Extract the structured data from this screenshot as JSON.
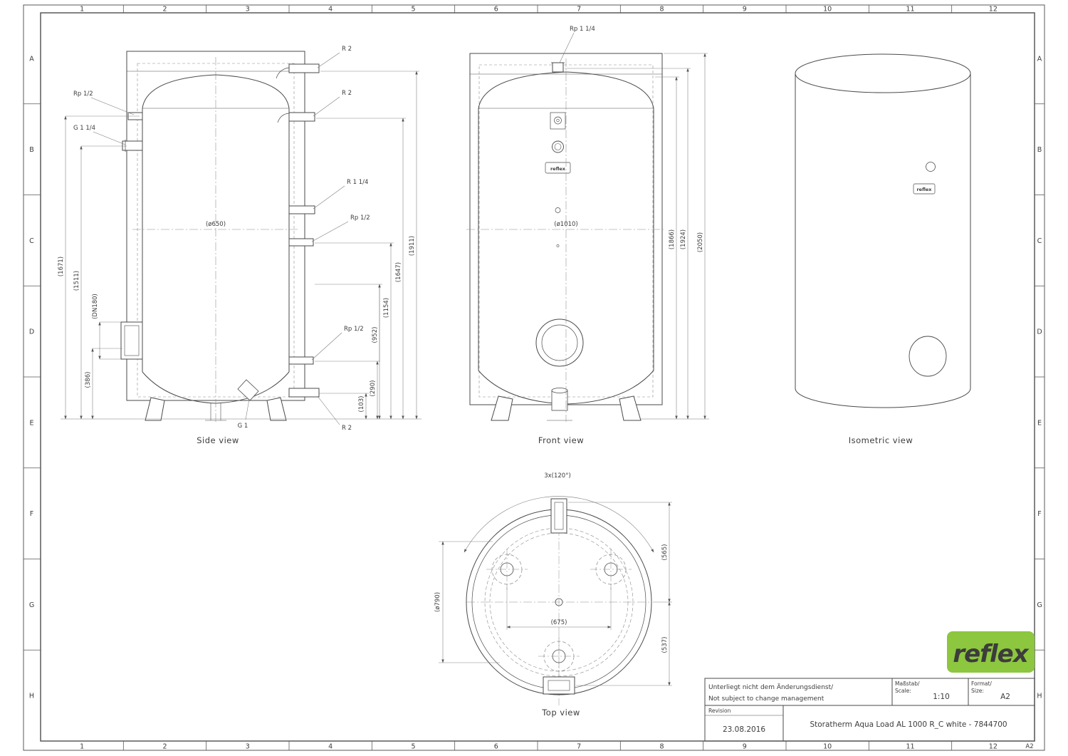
{
  "drawing": {
    "grid": {
      "numbers": [
        "1",
        "2",
        "3",
        "4",
        "5",
        "6",
        "7",
        "8",
        "9",
        "10",
        "11",
        "12"
      ],
      "letters": [
        "A",
        "B",
        "C",
        "D",
        "E",
        "F",
        "G",
        "H"
      ]
    },
    "views": {
      "side": {
        "label": "Side view",
        "fittings": {
          "rp12_left": "Rp 1/2",
          "g114_left": "G 1 1/4",
          "r2_top": "R 2",
          "r2_upper": "R 2",
          "r114_right": "R 1 1/4",
          "rp12_right_mid": "Rp 1/2",
          "rp12_right_low": "Rp 1/2",
          "g1_bottom": "G 1",
          "r2_bottom": "R 2"
        },
        "dims": {
          "dia": "(ø650)",
          "h1671": "(1671)",
          "h1511": "(1511)",
          "dn180": "(DN180)",
          "h386": "(386)",
          "h1911": "(1911)",
          "h1647": "(1647)",
          "h1154": "(1154)",
          "h952": "(952)",
          "h290": "(290)",
          "h103": "(103)"
        }
      },
      "front": {
        "label": "Front view",
        "fittings": {
          "rp114_top": "Rp 1 1/4"
        },
        "dims": {
          "dia": "(ø1010)",
          "h1866": "(1866)",
          "h1924": "(1924)",
          "h2050": "(2050)"
        }
      },
      "isometric": {
        "label": "Isometric view"
      },
      "top": {
        "label": "Top view",
        "dims": {
          "angle": "3x(120°)",
          "dia790": "(ø790)",
          "w675": "(675)",
          "h565": "(565)",
          "h537": "(537)"
        }
      }
    },
    "title_block": {
      "note_de": "Unterliegt nicht dem Änderungsdienst/",
      "note_en": "Not subject to change management",
      "revision_label": "Revision",
      "revision_date": "23.08.2016",
      "scale_label_de": "Maßstab/",
      "scale_label_en": "Scale:",
      "scale_value": "1:10",
      "format_label_de": "Format/",
      "format_label_en": "Size:",
      "format_value": "A2",
      "title": "Storatherm Aqua Load AL 1000 R_C white - 7844700",
      "corner_format": "A2"
    },
    "logo": {
      "text": "reflex",
      "color": "#8dc63f",
      "text_color": "#ffffff"
    }
  }
}
